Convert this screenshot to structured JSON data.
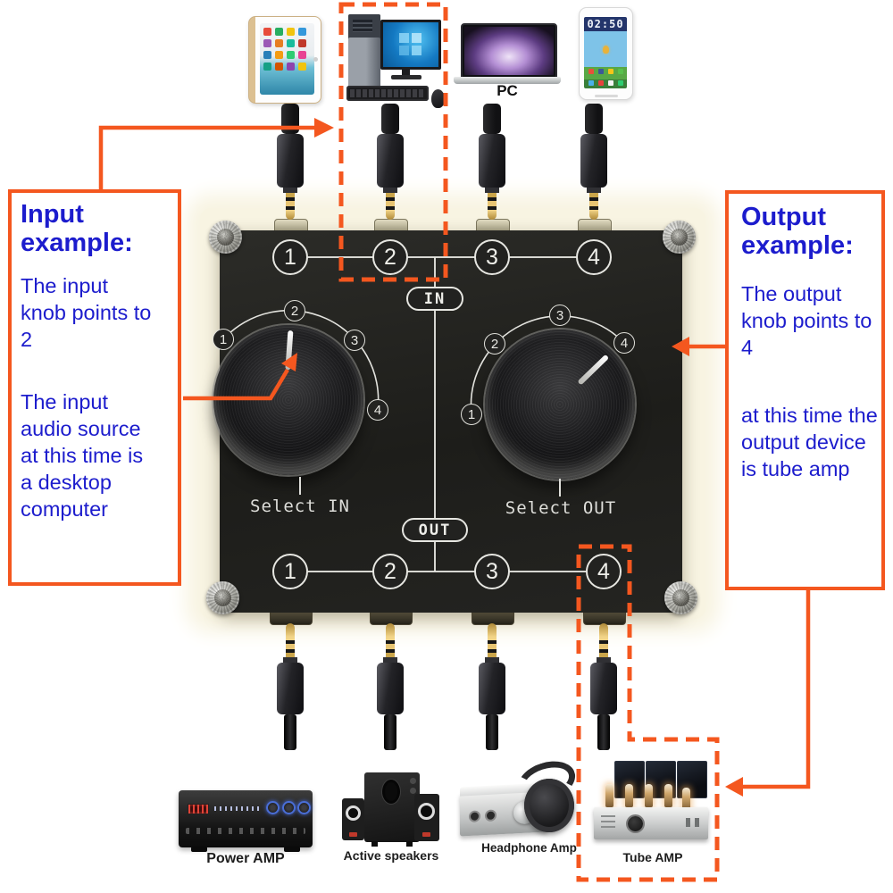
{
  "colors": {
    "annotation_orange": "#f4571f",
    "note_text_blue": "#1c1ccd",
    "panel_black": "#222220",
    "silkscreen_white": "#e9e9e4"
  },
  "notes": {
    "input": {
      "title": "Input example:",
      "para1": "The input knob points to 2",
      "para2": "The input audio source at this time is a desktop computer"
    },
    "output": {
      "title": "Output example:",
      "para1": "The output knob points to 4",
      "para2": "at this time the output device is tube amp"
    }
  },
  "top_devices": [
    {
      "name": "tablet",
      "label": ""
    },
    {
      "name": "desktop-computer",
      "label": "",
      "highlighted": true
    },
    {
      "name": "laptop",
      "label": "PC"
    },
    {
      "name": "smartphone",
      "label": "",
      "screen_time": "02:50"
    }
  ],
  "bottom_devices": [
    {
      "name": "power-amp",
      "label": "Power AMP"
    },
    {
      "name": "active-speakers",
      "label": "Active speakers"
    },
    {
      "name": "headphone-amp",
      "label": "Headphone Amp"
    },
    {
      "name": "tube-amp",
      "label": "Tube AMP",
      "highlighted": true
    }
  ],
  "switch_panel": {
    "in_label": "IN",
    "out_label": "OUT",
    "select_in_label": "Select IN",
    "select_out_label": "Select OUT",
    "top_ports": [
      "1",
      "2",
      "3",
      "4"
    ],
    "bottom_ports": [
      "1",
      "2",
      "3",
      "4"
    ],
    "in_knob": {
      "positions": [
        "1",
        "2",
        "3",
        "4"
      ],
      "selected": "2"
    },
    "out_knob": {
      "positions": [
        "1",
        "2",
        "3",
        "4"
      ],
      "selected": "4"
    }
  }
}
